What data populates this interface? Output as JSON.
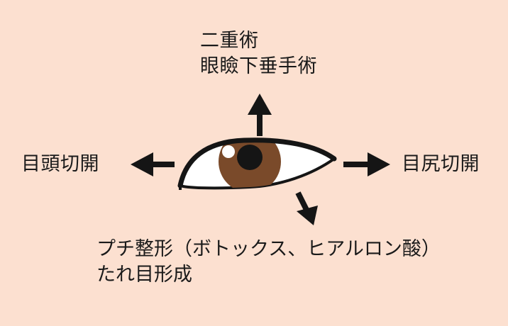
{
  "colors": {
    "background": "#fce0d0",
    "iris": "#7a4a2a",
    "pupil": "#151515",
    "outline": "#151515",
    "sclera": "#ffffff"
  },
  "icons": {
    "center": "eye-icon",
    "arrows": [
      "arrow-up-icon",
      "arrow-left-icon",
      "arrow-right-icon",
      "arrow-down-right-icon"
    ]
  },
  "labels": {
    "top": {
      "line1": "二重術",
      "line2": "眼瞼下垂手術"
    },
    "left": "目頭切開",
    "right": "目尻切開",
    "bottom": {
      "line1": "プチ整形（ボトックス、ヒアルロン酸）",
      "line2": "たれ目形成"
    }
  }
}
